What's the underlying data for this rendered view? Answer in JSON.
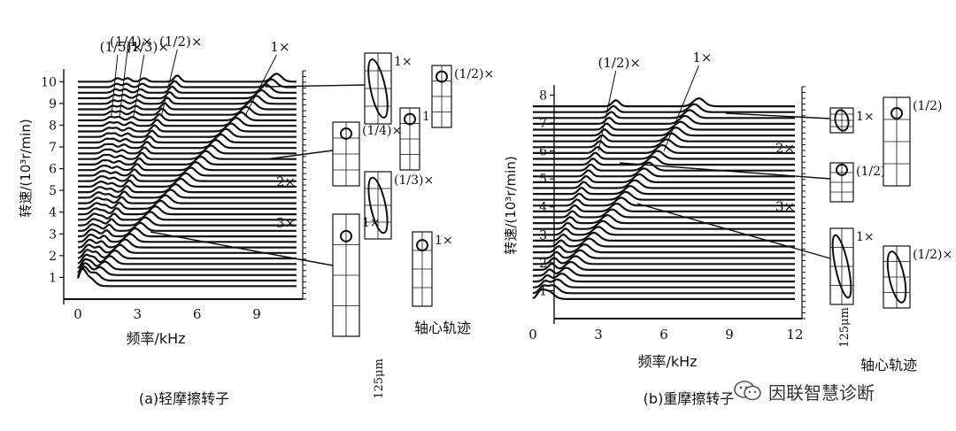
{
  "watermark": "因联智慧诊断",
  "chart_data": [
    {
      "type": "cascade",
      "caption": "(a)轻摩擦转子",
      "xlabel": "频率/kHz",
      "ylabel": "转速/(10³r/min)",
      "x_ticks": [
        "0",
        "3",
        "6",
        "9"
      ],
      "y_ticks": [
        "1",
        "2",
        "3",
        "4",
        "5",
        "6",
        "7",
        "8",
        "9",
        "10"
      ],
      "xlim": [
        0,
        11
      ],
      "ylim": [
        0,
        10.5
      ],
      "num_traces": 38,
      "trace_speed_range": [
        0.6,
        10.0
      ],
      "orders": [
        {
          "label": "(1/5)×",
          "ratio": 0.2
        },
        {
          "label": "(1/4)×",
          "ratio": 0.25
        },
        {
          "label": "(1/3)×",
          "ratio": 0.333
        },
        {
          "label": "(1/2)×",
          "ratio": 0.5
        },
        {
          "label": "1×",
          "ratio": 1.0
        }
      ],
      "harmonic_labels": [
        {
          "label": "2×",
          "speed": 5.4
        },
        {
          "label": "3×",
          "speed": 3.5
        }
      ],
      "orbit_title": "轴心轨迹",
      "orbit_labels": [
        "1×",
        "(1/4)×",
        "(1/3)×",
        "1×",
        "1×",
        "(1/2)×",
        "1×"
      ],
      "scale_label": "125μm"
    },
    {
      "type": "cascade",
      "caption": "(b)重摩擦转子",
      "xlabel": "频率/kHz",
      "ylabel": "转速/(10³r/min)",
      "x_ticks": [
        "0",
        "3",
        "6",
        "9",
        "12"
      ],
      "y_ticks": [
        "1",
        "2",
        "3",
        "4",
        "5",
        "6",
        "7",
        "8"
      ],
      "xlim": [
        0,
        12
      ],
      "ylim": [
        0,
        8.3
      ],
      "num_traces": 34,
      "trace_speed_range": [
        0.7,
        7.6
      ],
      "orders": [
        {
          "label": "(1/2)×",
          "ratio": 0.5
        },
        {
          "label": "1×",
          "ratio": 1.0
        }
      ],
      "harmonic_labels": [
        {
          "label": "2×",
          "speed": 6.1
        },
        {
          "label": "3×",
          "speed": 4.0
        }
      ],
      "orbit_title": "轴心轨迹",
      "orbit_labels": [
        "1×",
        "(1/2)×",
        "1×",
        "(1/2)",
        "(1/2)×"
      ],
      "scale_label": "125μm"
    }
  ]
}
